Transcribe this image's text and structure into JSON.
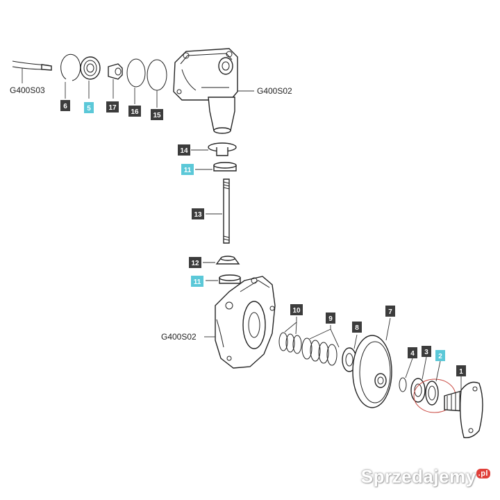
{
  "diagram": {
    "refs": {
      "top_left": "G400S03",
      "top_right": "G400S02",
      "middle_left": "G400S02"
    },
    "part_numbers": [
      "1",
      "2",
      "3",
      "4",
      "5",
      "6",
      "7",
      "8",
      "9",
      "10",
      "11",
      "11",
      "12",
      "13",
      "14",
      "15",
      "16",
      "17"
    ],
    "label_colors": {
      "dark": "#3c3c3c",
      "highlight": "#5bc8d8"
    }
  },
  "watermark": {
    "text": "Sprzedajemy",
    "suffix": ".pl"
  }
}
